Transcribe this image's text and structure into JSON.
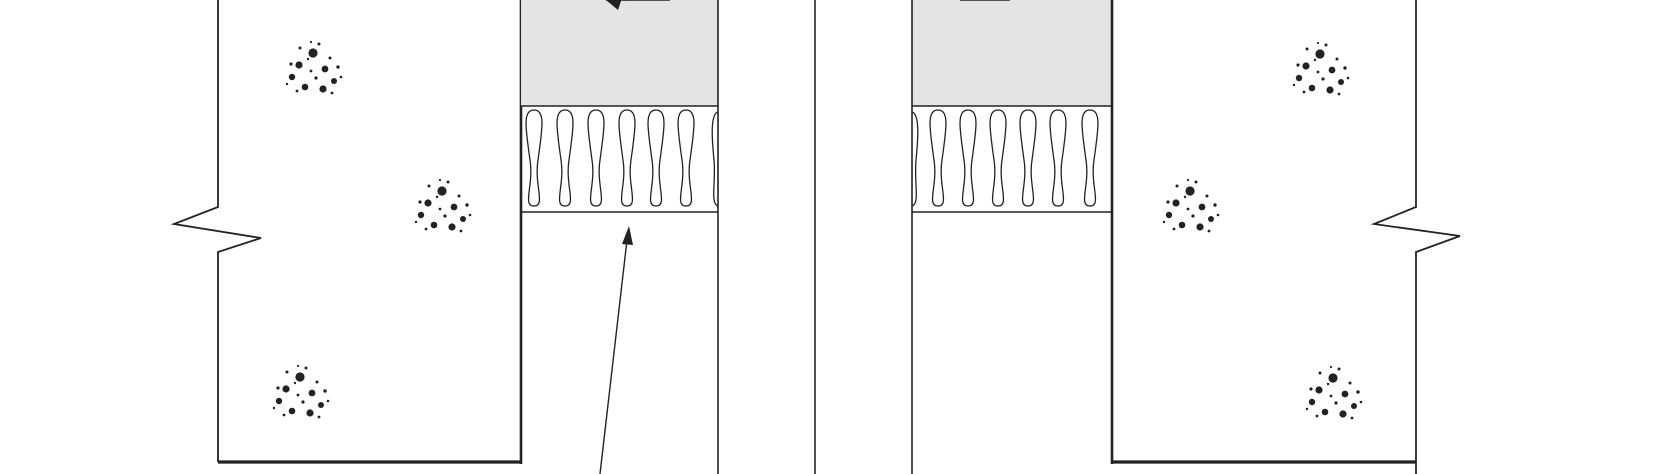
{
  "diagram": {
    "description_visible_text": "",
    "colors": {
      "background": "#ffffff",
      "stroke": "#222222",
      "concrete_fill": "#ffffff",
      "sealant_fill": "#e4e4e4",
      "aggregate": "#222222"
    },
    "parts": {
      "left_slab": "concrete-slab-left",
      "right_slab": "concrete-slab-right",
      "left_sealant": "sealant-left",
      "right_sealant": "sealant-right",
      "left_backer": "backer-rod-left",
      "right_backer": "backer-rod-right",
      "center_joint": "center-joint"
    }
  }
}
